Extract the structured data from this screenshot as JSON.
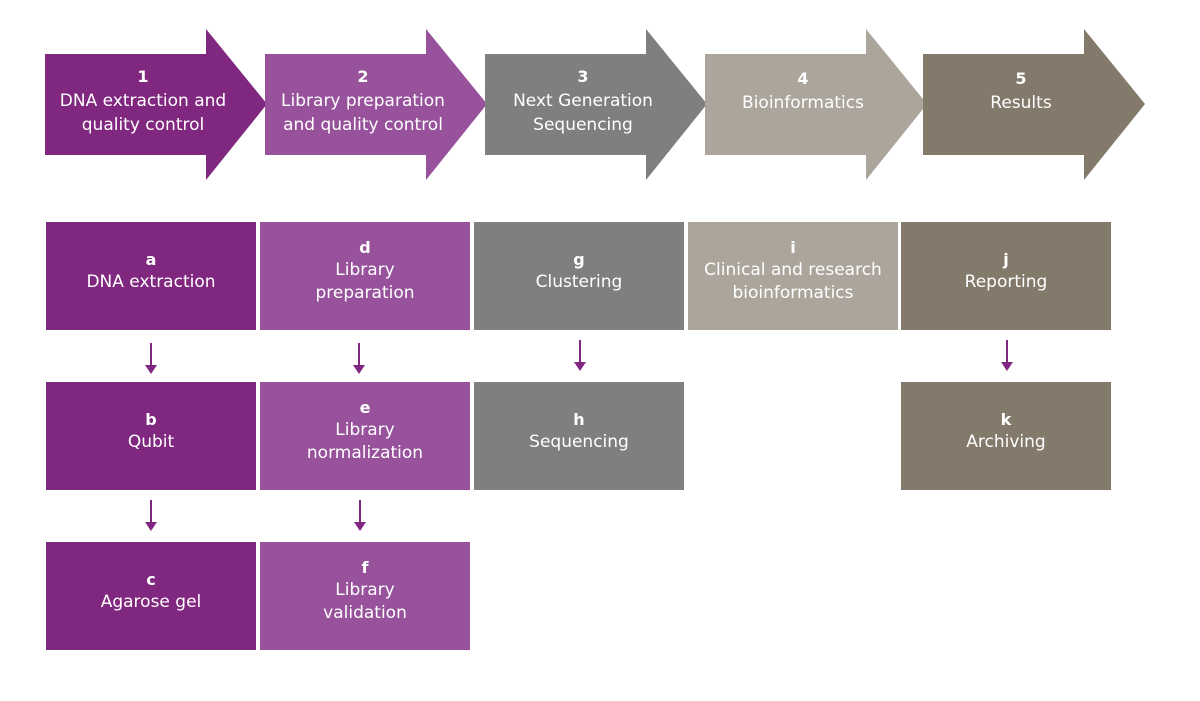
{
  "steps": [
    {
      "num": "1",
      "label": "DNA extraction and\nquality control",
      "color": "#80277f"
    },
    {
      "num": "2",
      "label": "Library preparation\nand quality control",
      "color": "#97529b"
    },
    {
      "num": "3",
      "label": "Next Generation\nSequencing",
      "color": "#7f7f7f"
    },
    {
      "num": "4",
      "label": "Bioinformatics",
      "color": "#aba59b"
    },
    {
      "num": "5",
      "label": "Results",
      "color": "#837a6b"
    }
  ],
  "boxes": {
    "a": {
      "letter": "a",
      "label": "DNA extraction"
    },
    "b": {
      "letter": "b",
      "label": "Qubit"
    },
    "c": {
      "letter": "c",
      "label": "Agarose gel"
    },
    "d": {
      "letter": "d",
      "label": "Library\npreparation"
    },
    "e": {
      "letter": "e",
      "label": "Library\nnormalization"
    },
    "f": {
      "letter": "f",
      "label": "Library\nvalidation"
    },
    "g": {
      "letter": "g",
      "label": "Clustering"
    },
    "h": {
      "letter": "h",
      "label": "Sequencing"
    },
    "i": {
      "letter": "i",
      "label": "Clinical and research\nbioinformatics"
    },
    "j": {
      "letter": "j",
      "label": "Reporting"
    },
    "k": {
      "letter": "k",
      "label": "Archiving"
    }
  },
  "connector_color": "#80277f"
}
